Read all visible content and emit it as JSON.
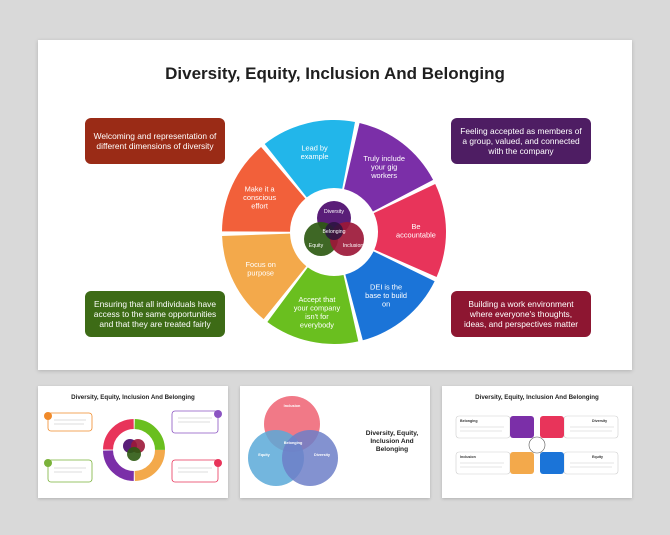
{
  "main_slide": {
    "title": "Diversity, Equity, Inclusion And Belonging",
    "boxes": {
      "top_left": "Welcoming and representation of different dimensions of diversity",
      "top_right": "Feeling accepted as members of a group, valued, and connected with the company",
      "bottom_left": "Ensuring that all individuals have access to the same opportunities and that they are treated fairly",
      "bottom_right": "Building a work environment where everyone's thoughts, ideas, and perspectives matter"
    },
    "wheel_segments": [
      {
        "lines": [
          "Truly include",
          "your gig",
          "workers"
        ],
        "color": "#7b2fa8"
      },
      {
        "lines": [
          "Be",
          "accountable"
        ],
        "color": "#e8345a"
      },
      {
        "lines": [
          "DEI is the",
          "base to build",
          "on"
        ],
        "color": "#1b74d8"
      },
      {
        "lines": [
          "Accept that",
          "your company",
          "isn't for",
          "everybody"
        ],
        "color": "#6abf1f"
      },
      {
        "lines": [
          "Focus on",
          "purpose"
        ],
        "color": "#f3a94b"
      },
      {
        "lines": [
          "Make it a",
          "conscious",
          "effort"
        ],
        "color": "#f2603a"
      },
      {
        "lines": [
          "Lead by",
          "example"
        ],
        "color": "#22b6ea"
      }
    ],
    "venn": {
      "diversity": "Diversity",
      "belonging": "Belonging",
      "equity": "Equity",
      "inclusion": "Inclusion"
    }
  },
  "thumbnails": [
    {
      "title": "Diversity, Equity, Inclusion And Belonging"
    },
    {
      "title": "Diversity, Equity, Inclusion And Belonging",
      "circles": [
        "Inclusion",
        "Equity",
        "Diversity",
        "Belonging"
      ]
    },
    {
      "title": "Diversity, Equity, Inclusion And Belonging",
      "cards": [
        "Belonging",
        "Diversity",
        "Inclusion",
        "Equity"
      ]
    }
  ]
}
